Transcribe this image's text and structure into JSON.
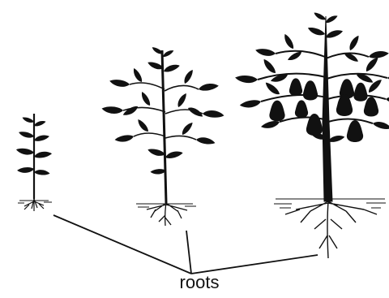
{
  "figure": {
    "label": "roots",
    "ink_color": "#111111",
    "background_color": "#ffffff",
    "plants": [
      {
        "stage": "seedling"
      },
      {
        "stage": "young-leafy"
      },
      {
        "stage": "mature-fruiting"
      }
    ]
  }
}
